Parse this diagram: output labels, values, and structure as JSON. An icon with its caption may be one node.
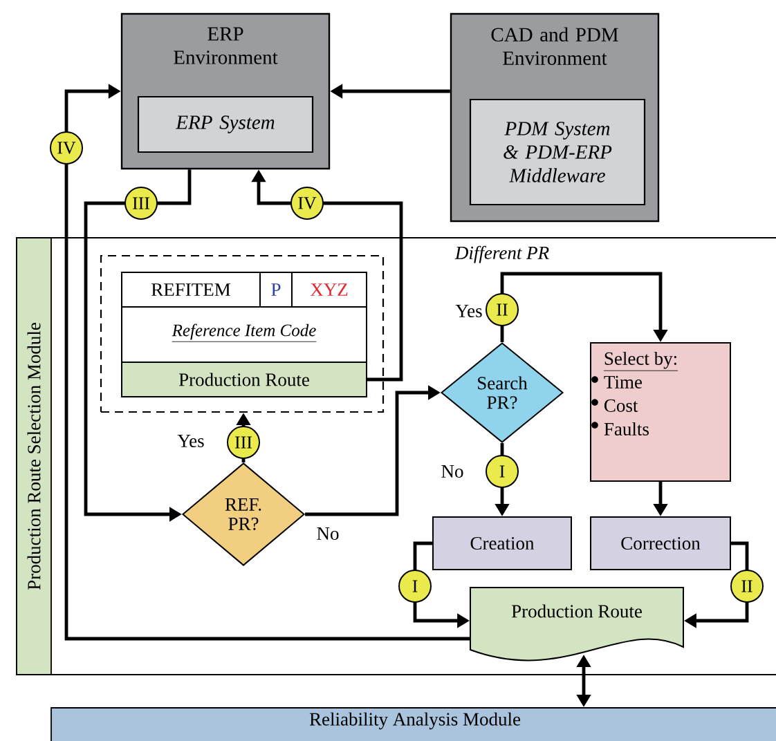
{
  "diagram": {
    "nodes": [
      {
        "text": [
          "ERP Environment"
        ]
      },
      {
        "text": [
          "ERP System"
        ],
        "in": 0
      },
      {
        "text": [
          "CAD and PDM Environment"
        ]
      },
      {
        "text": [
          "PDM System & PDM-ERP Middleware"
        ],
        "in": 2
      },
      {
        "text": [
          "Production Route Selection Module"
        ]
      },
      {
        "text": [],
        "shape": "box",
        "in": 4
      },
      {
        "text": [
          "REFITEM",
          "P",
          "XYZ",
          "Reference Item Code"
        ],
        "in": 5
      },
      {
        "text": [
          "Production Route"
        ],
        "in": 5
      },
      {
        "text": [
          "REF. PR?"
        ],
        "in": 4
      },
      {
        "text": [
          "Search PR?"
        ],
        "in": 4
      },
      {
        "text": [
          "Select by:",
          "Time",
          "Cost",
          "Faults"
        ],
        "in": 4
      },
      {
        "text": [
          "Creation"
        ],
        "in": 4
      },
      {
        "text": [
          "Correction"
        ],
        "in": 4
      },
      {
        "text": [
          "Production Route"
        ],
        "in": 4
      },
      {
        "text": [
          "Reliability Analysis Module"
        ]
      }
    ],
    "edges": [
      {
        "from": 2,
        "to": 0,
        "arrow": "to"
      },
      {
        "from": 13,
        "to": 0,
        "arrow": "to",
        "label": "IV"
      },
      {
        "from": 0,
        "to": 8,
        "arrow": "to",
        "label": "III"
      },
      {
        "from": 7,
        "to": 0,
        "arrow": "to",
        "label": "IV"
      },
      {
        "from": 8,
        "to": 5,
        "arrow": "to",
        "label": "III"
      },
      {
        "from": 8,
        "to": 9,
        "arrow": "to"
      },
      {
        "from": 9,
        "to": 10,
        "arrow": "to",
        "label": "II"
      },
      {
        "from": 9,
        "to": 11,
        "arrow": "to",
        "label": "I"
      },
      {
        "from": 10,
        "to": 12,
        "arrow": "to"
      },
      {
        "from": 11,
        "to": 13,
        "arrow": "to",
        "label": "I"
      },
      {
        "from": 12,
        "to": 13,
        "arrow": "to",
        "label": "II"
      },
      {
        "from": 13,
        "to": 14,
        "arrow": "both"
      }
    ],
    "labels": [
      "Different PR",
      "Yes",
      "Yes",
      "No",
      "No"
    ]
  }
}
